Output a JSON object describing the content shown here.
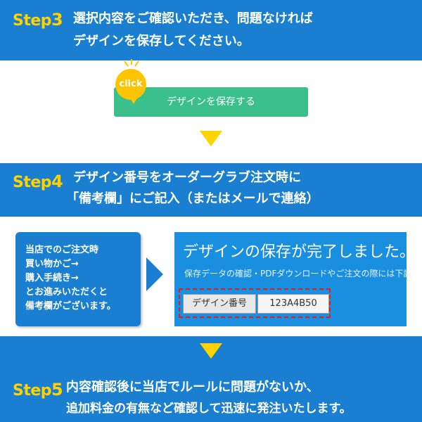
{
  "step3": {
    "label": "Step",
    "num": "3",
    "line1": "選択内容をご確認いただき、問題なければ",
    "line2": "デザインを保存してください。"
  },
  "panel3": {
    "click_label": "click",
    "save_button_label": "デザインを保存する"
  },
  "step4": {
    "label": "Step",
    "num": "4",
    "line1": "デザイン番号をオーダーグラブ注文時に",
    "line2": "「備考欄」にご記入（またはメールで連絡）"
  },
  "panel4": {
    "instructions": [
      "当店でのご注文時",
      "買い物かご→",
      "購入手続き→",
      "とお進みいただくと",
      "備考欄がございます。"
    ],
    "screen_title": "デザインの保存が完了しました。",
    "screen_subtitle": "保存データの確認・PDFダウンロードやご注文の際には下記",
    "code_label": "デザイン番号",
    "code_value": "123A4B50"
  },
  "step5": {
    "label": "Step",
    "num": "5",
    "line1": "内容確認後に当店でルールに問題がないか、",
    "line2": "追加料金の有無など確認して迅速に発注いたします。"
  },
  "colors": {
    "background": "#1a7fd0",
    "step_label": "#ffd200",
    "save_button": "#3bbf8c",
    "click_bubble": "#ffc400",
    "dashed_frame": "#e02020"
  }
}
